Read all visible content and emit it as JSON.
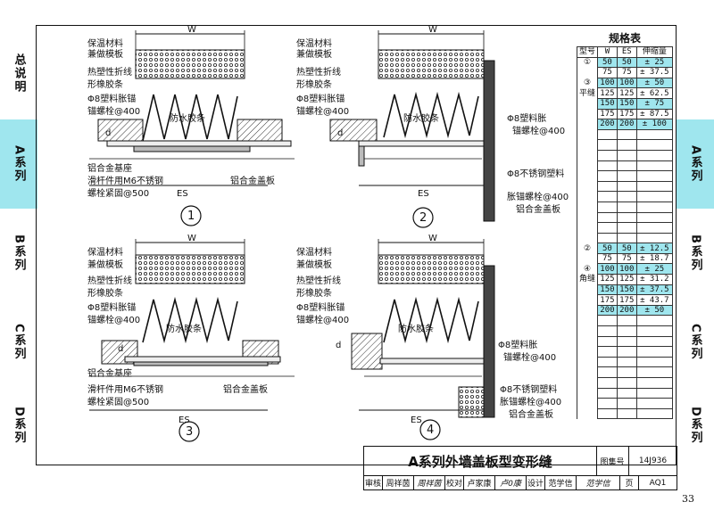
{
  "sidebar": {
    "sections": [
      {
        "label": "总说明",
        "active": false
      },
      {
        "label": "A系列",
        "active": true
      },
      {
        "label": "B系列",
        "active": false
      },
      {
        "label": "C系列",
        "active": false
      },
      {
        "label": "D系列",
        "active": false
      }
    ]
  },
  "diagrams": {
    "width_label": "W",
    "es_label": "ES",
    "d_label": "d",
    "detail1": {
      "number": "1",
      "labels": [
        "保温材料",
        "兼做模板",
        "热塑性折线",
        "形橡胶条",
        "Φ8塑料胀锚",
        "锚螺栓@400",
        "防水胶条",
        "铝合金基座",
        "滑杆件用M6不锈钢",
        "螺栓紧固@500",
        "铝合金盖板"
      ]
    },
    "detail2": {
      "number": "2",
      "labels": [
        "保温材料",
        "兼做模板",
        "热塑性折线",
        "形橡胶条",
        "Φ8塑料胀锚",
        "锚螺栓@400",
        "防水胶条",
        "Φ8塑料胀",
        "锚螺栓@400",
        "Φ8不锈钢塑料",
        "胀锚螺栓@400",
        "铝合金盖板"
      ]
    },
    "detail3": {
      "number": "3",
      "labels": [
        "保温材料",
        "兼做模板",
        "热塑性折线",
        "形橡胶条",
        "Φ8塑料胀锚",
        "锚螺栓@400",
        "防水胶条",
        "铝合金基座",
        "滑杆件用M6不锈钢",
        "螺栓紧固@500",
        "铝合金盖板"
      ]
    },
    "detail4": {
      "number": "4",
      "labels": [
        "保温材料",
        "兼做模板",
        "热塑性折线",
        "形橡胶条",
        "Φ8塑料胀锚",
        "锚螺栓@400",
        "防水胶条",
        "Φ8塑料胀",
        "锚螺栓@400",
        "Φ8不锈钢塑料",
        "胀锚螺栓@400",
        "铝合金盖板"
      ]
    }
  },
  "spec_table": {
    "title": "规格表",
    "headers": [
      "型号",
      "W",
      "ES",
      "伸缩量"
    ],
    "flat": {
      "models": [
        "①",
        "③"
      ],
      "group_label": "平缝",
      "rows": [
        {
          "w": "50",
          "es": "50",
          "amt": "± 25",
          "hl": true
        },
        {
          "w": "75",
          "es": "75",
          "amt": "± 37.5",
          "hl": false
        },
        {
          "w": "100",
          "es": "100",
          "amt": "± 50",
          "hl": true
        },
        {
          "w": "125",
          "es": "125",
          "amt": "± 62.5",
          "hl": false
        },
        {
          "w": "150",
          "es": "150",
          "amt": "± 75",
          "hl": true
        },
        {
          "w": "175",
          "es": "175",
          "amt": "± 87.5",
          "hl": false
        },
        {
          "w": "200",
          "es": "200",
          "amt": "± 100",
          "hl": true
        }
      ]
    },
    "corner": {
      "models": [
        "②",
        "④"
      ],
      "group_label": "角缝",
      "rows": [
        {
          "w": "50",
          "es": "50",
          "amt": "± 12.5",
          "hl": true
        },
        {
          "w": "75",
          "es": "75",
          "amt": "± 18.7",
          "hl": false
        },
        {
          "w": "100",
          "es": "100",
          "amt": "± 25",
          "hl": true
        },
        {
          "w": "125",
          "es": "125",
          "amt": "± 31.2",
          "hl": false
        },
        {
          "w": "150",
          "es": "150",
          "amt": "± 37.5",
          "hl": true
        },
        {
          "w": "175",
          "es": "175",
          "amt": "± 43.7",
          "hl": false
        },
        {
          "w": "200",
          "es": "200",
          "amt": "± 50",
          "hl": true
        }
      ]
    }
  },
  "title_block": {
    "title": "A系列外墙盖板型变形缝",
    "atlas_label": "图集号",
    "atlas_no": "14J936",
    "review_label": "审核",
    "review_name": "周祥茵",
    "review_sign": "周祥茵",
    "check_label": "校对",
    "check_name": "卢家康",
    "check_sign": "卢0康",
    "design_label": "设计",
    "design_name": "范学信",
    "design_sign": "范学信",
    "page_label": "页",
    "page_code": "AQ1"
  },
  "page_number": "33",
  "colors": {
    "accent": "#9fe6ee",
    "line": "#111111"
  }
}
